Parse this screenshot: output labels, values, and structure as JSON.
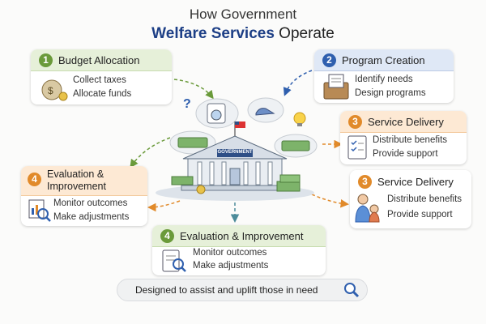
{
  "title": {
    "line1": "How Government",
    "line2_bold": "Welfare Services",
    "line2_rest": " Operate"
  },
  "cards": {
    "budget": {
      "number": "1",
      "title": "Budget Allocation",
      "items": [
        "Collect taxes",
        "Allocate funds"
      ]
    },
    "program": {
      "number": "2",
      "title": "Program Creation",
      "items": [
        "Identify needs",
        "Design programs"
      ]
    },
    "delivery_top": {
      "number": "3",
      "title": "Service Delivery",
      "items": [
        "Distribute benefits",
        "Provide support"
      ]
    },
    "delivery_bottom": {
      "number": "3",
      "title": "Service Delivery",
      "items": [
        "Distribute benefits",
        "Provide support"
      ]
    },
    "eval_left": {
      "number": "4",
      "title_line1": "Evaluation &",
      "title_line2": "Improvement",
      "items": [
        "Monitor outcomes",
        "Make adjustments"
      ]
    },
    "eval_bottom": {
      "number": "4",
      "title": "Evaluation & Improvement",
      "items": [
        "Monitor outcomes",
        "Make adjustments"
      ]
    }
  },
  "building": {
    "sign": "GOVERNMENT",
    "question_mark": "?"
  },
  "tagline": "Designed to assist and uplift those in need",
  "colors": {
    "green": "#6a9a3a",
    "blue": "#2f5fae",
    "orange": "#e18a2a",
    "navy": "#1d3f86"
  }
}
